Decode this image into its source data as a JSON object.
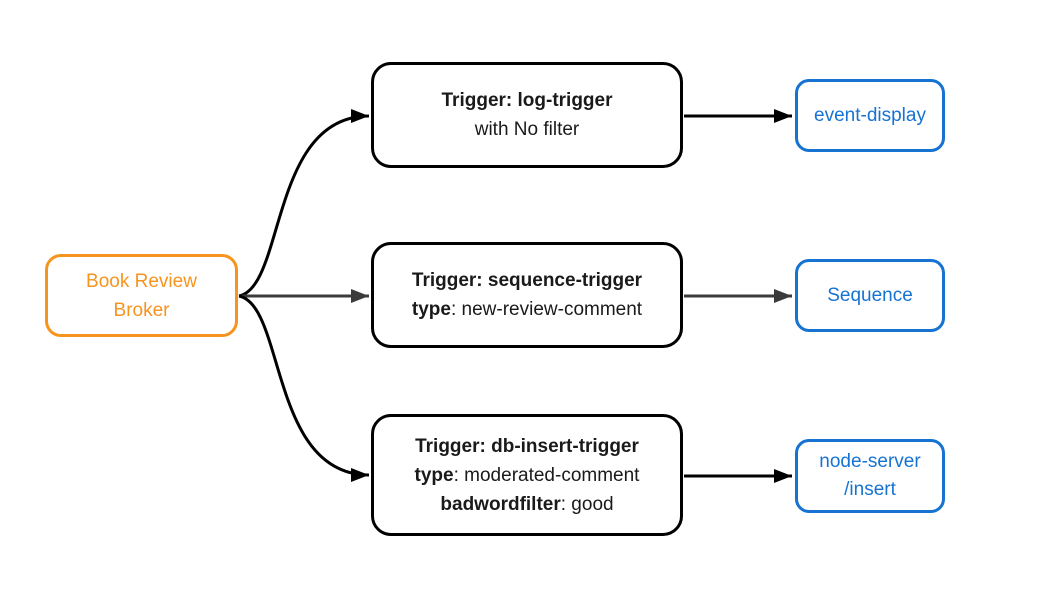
{
  "colors": {
    "broker": "#F7941E",
    "sink": "#1673D2",
    "triggerBorder": "#000000",
    "text": "#1A1A1A",
    "edgeBlack": "#000000",
    "edgeGray": "#3B3B3B"
  },
  "broker": {
    "lines": [
      "Book Review",
      "Broker"
    ]
  },
  "rows": [
    {
      "trigger": {
        "lines": [
          {
            "bold": "Trigger: log-trigger",
            "text": ""
          },
          {
            "bold": "",
            "text": "with No filter"
          }
        ]
      },
      "sink": {
        "lines": [
          "event-display"
        ]
      },
      "edge_color": "black"
    },
    {
      "trigger": {
        "lines": [
          {
            "bold": "Trigger: sequence-trigger",
            "text": ""
          },
          {
            "bold": "type",
            "text": ": new-review-comment"
          }
        ]
      },
      "sink": {
        "lines": [
          "Sequence"
        ]
      },
      "edge_color": "gray"
    },
    {
      "trigger": {
        "lines": [
          {
            "bold": "Trigger: db-insert-trigger",
            "text": ""
          },
          {
            "bold": "type",
            "text": ": moderated-comment"
          },
          {
            "bold": "badwordfilter",
            "text": ": good"
          }
        ]
      },
      "sink": {
        "lines": [
          "node-server",
          "/insert"
        ]
      },
      "edge_color": "black"
    }
  ]
}
